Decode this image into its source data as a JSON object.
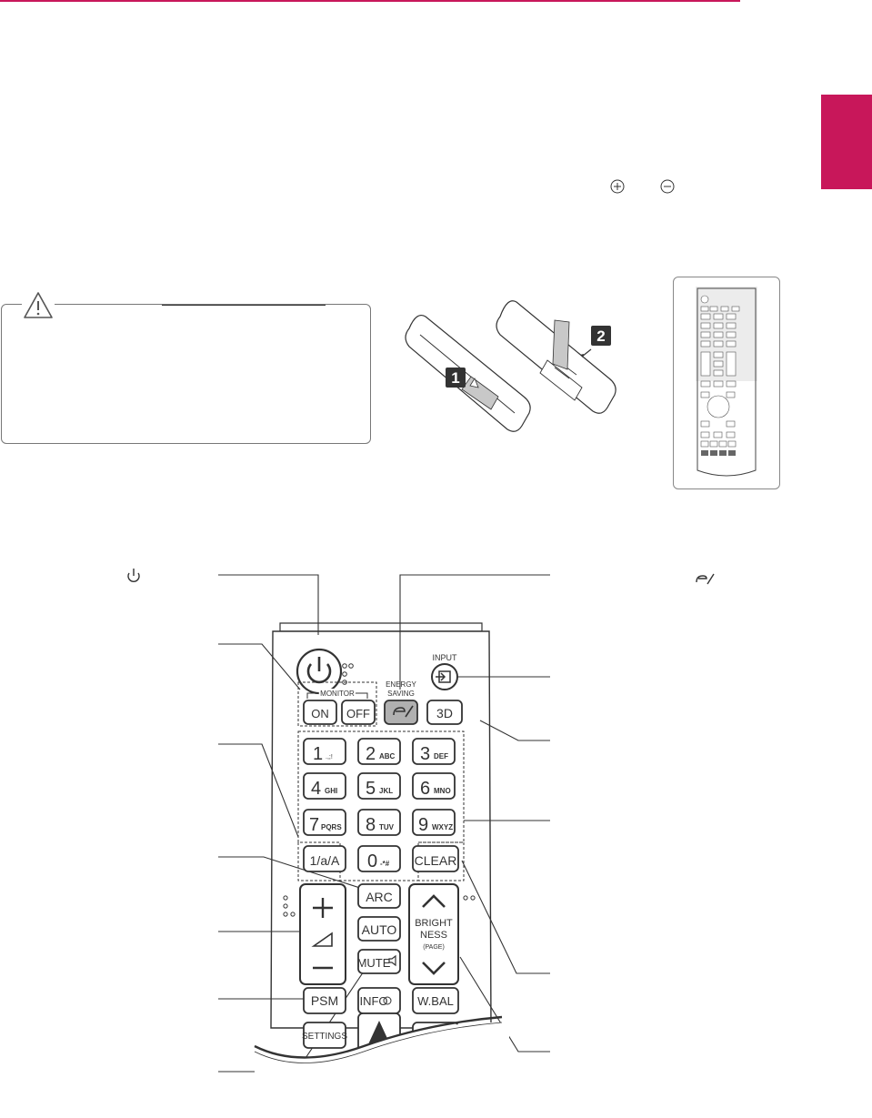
{
  "remote_buttons": {
    "input": "INPUT",
    "energy_saving_line1": "ENERGY",
    "energy_saving_line2": "SAVING",
    "monitor": "MONITOR",
    "on": "ON",
    "off": "OFF",
    "three_d": "3D",
    "key1": "1",
    "key1_sub": ".,;!",
    "key2": "2",
    "key2_sub": "ABC",
    "key3": "3",
    "key3_sub": "DEF",
    "key4": "4",
    "key4_sub": "GHI",
    "key5": "5",
    "key5_sub": "JKL",
    "key6": "6",
    "key6_sub": "MNO",
    "key7": "7",
    "key7_sub": "PQRS",
    "key8": "8",
    "key8_sub": "TUV",
    "key9": "9",
    "key9_sub": "WXYZ",
    "key0": "0",
    "key0_sub": "-*#",
    "one_a_a": "1/a/A",
    "clear": "CLEAR",
    "arc": "ARC",
    "auto": "AUTO",
    "mute": "MUTE",
    "brightness_line1": "BRIGHT",
    "brightness_line2": "NESS",
    "brightness_line3": "(PAGE)",
    "psm": "PSM",
    "info": "INFO",
    "wbal": "W.BAL",
    "settings": "SETTINGS"
  },
  "battery_steps": [
    "1",
    "2"
  ],
  "accent_color": "#c8175a",
  "icons": [
    "warning-icon",
    "power-icon",
    "energy-saving-icon",
    "plus-icon",
    "minus-icon"
  ]
}
